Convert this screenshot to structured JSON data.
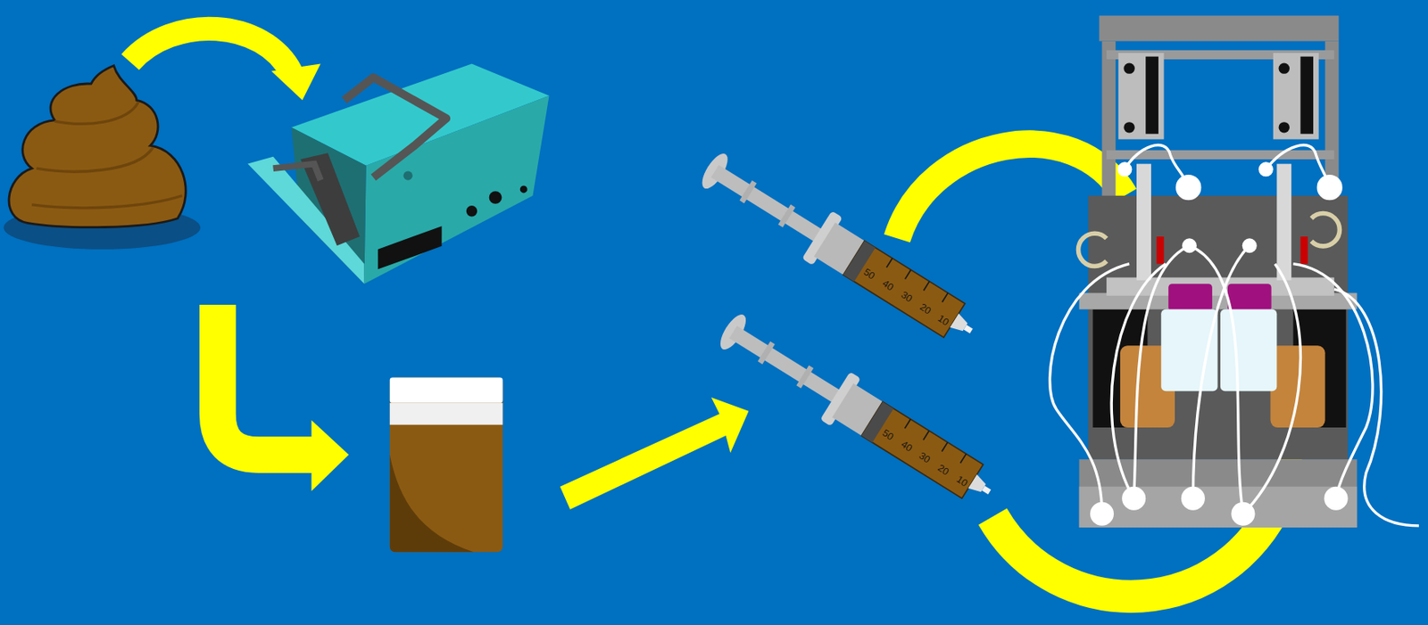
{
  "diagram": {
    "labels": [
      "50",
      "40",
      "30",
      "20",
      "10",
      "50",
      "40",
      "30",
      "20",
      "10"
    ]
  }
}
